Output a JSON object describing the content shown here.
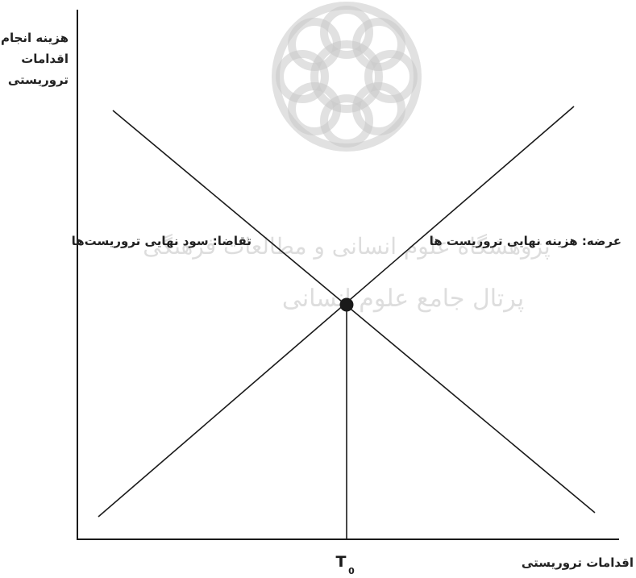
{
  "diagram": {
    "y_axis_label": [
      "هزینه انجام",
      "اقدامات",
      "تروریستی"
    ],
    "x_axis_label": "اقدامات تروریستی",
    "equilibrium_label": "T",
    "equilibrium_subscript": "0",
    "demand_label": "تقاضا: سود نهایی تروریست‌ها",
    "supply_label": "عرضه: هزینه نهایی تروریست ها"
  },
  "watermark": {
    "line1": "پژوهشگاه علوم انسانی و مطالعات فرهنگی",
    "line2": "پرتال جامع علوم انسانی"
  }
}
